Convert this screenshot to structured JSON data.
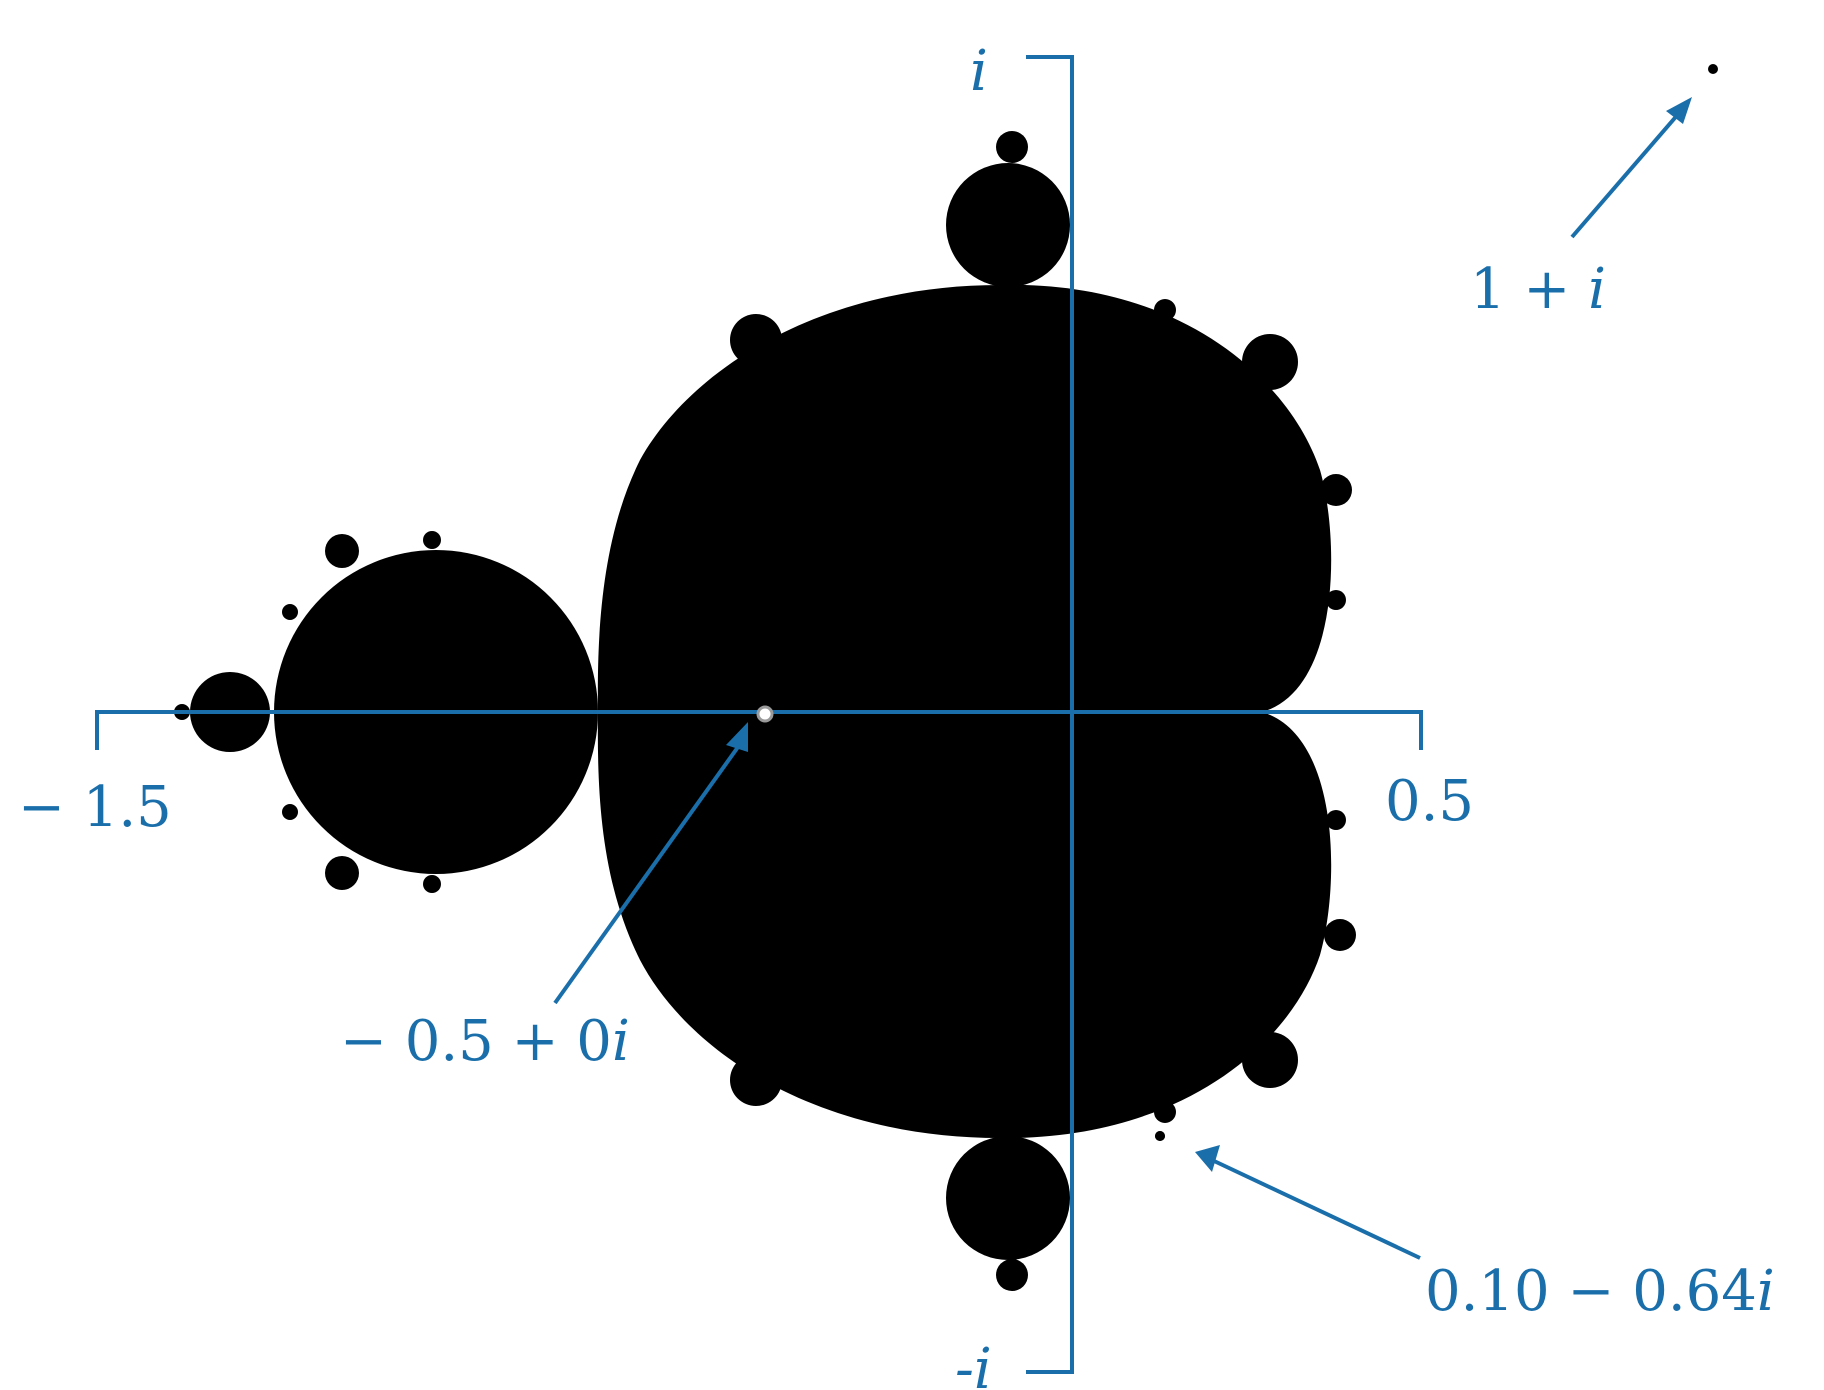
{
  "colors": {
    "accent": "#1a6fab",
    "set_fill": "#000000",
    "background": "#ffffff"
  },
  "axes": {
    "real_min_label": "− 1.5",
    "real_max_label": "0.5",
    "imag_max_label": "i",
    "imag_min_label": "-i"
  },
  "points": [
    {
      "label_prefix": "− 0.5 + 0",
      "label_suffix": "i",
      "re": -0.5,
      "im": 0
    },
    {
      "label_prefix": "1 + ",
      "label_suffix": "i",
      "re": 1,
      "im": 1
    },
    {
      "label_prefix": "0.10 − 0.64",
      "label_suffix": "i",
      "re": 0.1,
      "im": -0.64
    }
  ]
}
